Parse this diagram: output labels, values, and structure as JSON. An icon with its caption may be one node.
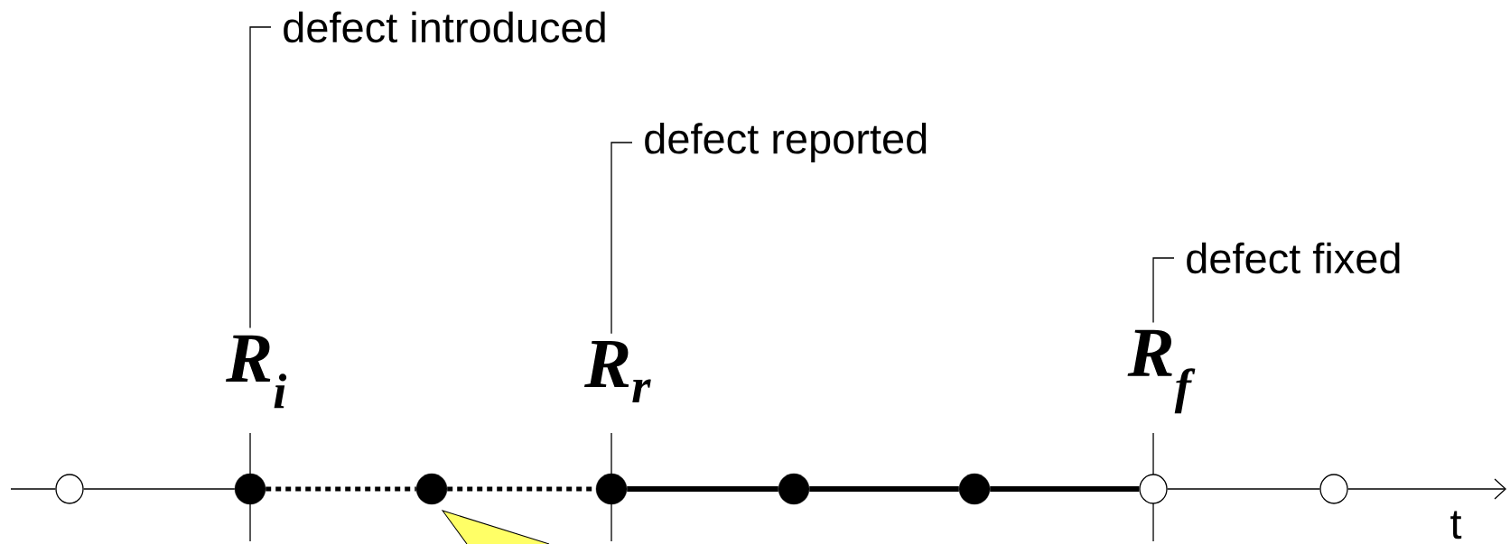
{
  "diagram": {
    "nodes": [
      {
        "text": [
          "defect introduced"
        ]
      },
      {
        "text": [
          "defect reported"
        ]
      },
      {
        "text": [
          "defect fixed"
        ]
      },
      {
        "text": [
          "R$_{i}$"
        ]
      },
      {
        "text": [
          "R$_{r}$"
        ]
      },
      {
        "text": [
          "R$_{f}$"
        ]
      },
      {
        "text": [],
        "shape": "circle"
      },
      {
        "text": [],
        "shape": "dot"
      },
      {
        "text": [],
        "shape": "dot"
      },
      {
        "text": [],
        "shape": "dot"
      },
      {
        "text": [],
        "shape": "dot"
      },
      {
        "text": [],
        "shape": "dot"
      },
      {
        "text": [],
        "shape": "circle"
      },
      {
        "text": [],
        "shape": "circle"
      }
    ],
    "edges": [
      {
        "from": null,
        "to": 6,
        "arrow": "none"
      },
      {
        "from": 6,
        "to": 7,
        "arrow": "none"
      },
      {
        "from": 7,
        "to": 8,
        "arrow": "none",
        "style": "dashed"
      },
      {
        "from": 8,
        "to": 9,
        "arrow": "none",
        "style": "dashed"
      },
      {
        "from": 9,
        "to": 10,
        "arrow": "none",
        "style": "thick"
      },
      {
        "from": 10,
        "to": 11,
        "arrow": "none",
        "style": "thick"
      },
      {
        "from": 11,
        "to": 12,
        "arrow": "none",
        "style": "thick"
      },
      {
        "from": 12,
        "to": 13,
        "arrow": "none"
      },
      {
        "from": 13,
        "to": null,
        "arrow": "to"
      },
      {
        "from": 0,
        "to": 3,
        "arrow": "none"
      },
      {
        "from": 1,
        "to": 4,
        "arrow": "none"
      },
      {
        "from": 2,
        "to": 5,
        "arrow": "none"
      }
    ],
    "labels": [
      "t"
    ]
  }
}
